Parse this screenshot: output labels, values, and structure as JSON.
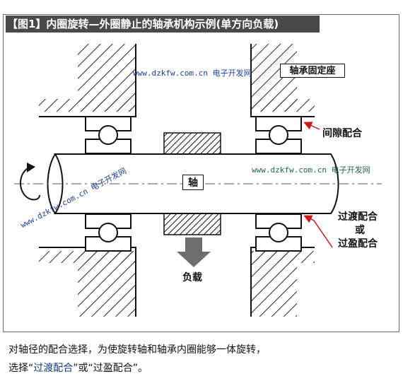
{
  "title": "【图1】内圈旋转—外圈静止的轴承机构示例(单方向负载)",
  "labels": {
    "housing": "轴承固定座",
    "clearance_fit": "间隙配合",
    "shaft": "轴",
    "load": "负载",
    "transition_fit": "过渡配合",
    "or": "或",
    "interference_fit": "过盈配合"
  },
  "watermarks": {
    "top": "www.dzkfw.com.cn 电子开发网",
    "right": "www.dzkfw.com.cn 电子开发网",
    "diagonal": "www.dzkfw.com.cn 电子开发网"
  },
  "caption": {
    "line1": "对轴径的配合选择，为使旋转轴和轴承内圈能够一体旋转，",
    "line2_prefix": "选择“",
    "line2_link": "过渡配合",
    "line2_mid": "”或“过盈配合”。"
  },
  "colors": {
    "hatch": "#2a2a2a",
    "leader": "#cc1a1a",
    "arrow": "#6e6e6e",
    "watermark": "#1e3f9a",
    "title_bg": "#4a4a4a"
  }
}
